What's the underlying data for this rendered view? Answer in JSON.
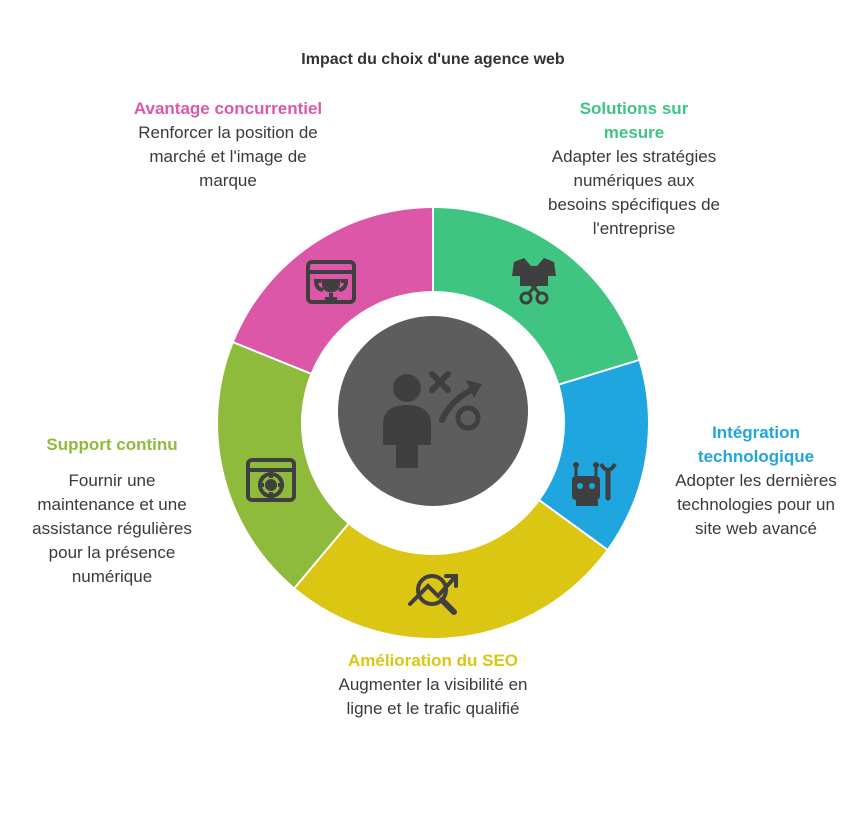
{
  "title": "Impact du choix d'une agence web",
  "colors": {
    "pink": "#dd57a9",
    "green": "#3fc482",
    "blue": "#1fa6de",
    "yellow": "#dcc614",
    "olive": "#8ebb3c",
    "center": "#5d5d5d",
    "icon": "#3f3f3f"
  },
  "segments": [
    {
      "id": "avantage",
      "color_key": "pink",
      "icon": "trophy-browser-icon",
      "label": "Avantage concurrentiel",
      "desc": "Renforcer la position de marché et l'image de marque"
    },
    {
      "id": "solutions",
      "color_key": "green",
      "icon": "tailoring-icon",
      "label": "Solutions sur mesure",
      "desc": "Adapter les stratégies numériques aux besoins spécifiques de l'entreprise"
    },
    {
      "id": "integration",
      "color_key": "blue",
      "icon": "robot-wrench-icon",
      "label": "Intégration technologique",
      "desc": "Adopter les dernières technologies pour un site web avancé"
    },
    {
      "id": "seo",
      "color_key": "yellow",
      "icon": "growth-magnifier-icon",
      "label": "Amélioration du SEO",
      "desc": "Augmenter la visibilité en ligne et le trafic qualifié"
    },
    {
      "id": "support",
      "color_key": "olive",
      "icon": "support-browser-icon",
      "label": "Support continu",
      "desc": "Fournir une maintenance et une assistance régulières pour la présence numérique"
    }
  ],
  "center_icon": "strategy-person-icon"
}
